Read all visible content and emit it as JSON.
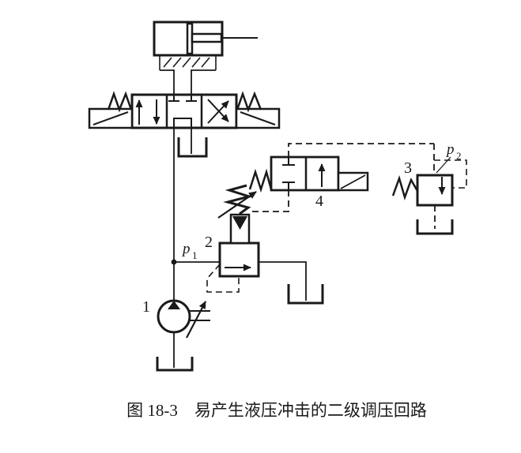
{
  "figure": {
    "caption": "图 18-3　易产生液压冲击的二级调压回路"
  },
  "labels": {
    "pump": "1",
    "pilot_relief_valve": "2",
    "remote_relief_valve": "3",
    "solenoid_valve": "4",
    "pressure1_letter": "p",
    "pressure1_sub": "1",
    "pressure2_letter": "p",
    "pressure2_sub": "2"
  },
  "colors": {
    "ink": "#1a1a1a",
    "background": "#ffffff"
  }
}
